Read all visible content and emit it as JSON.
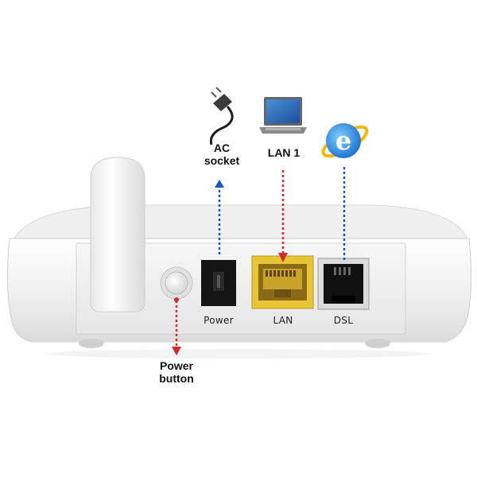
{
  "callouts": {
    "ac_socket": {
      "line1": "AC",
      "line2": "socket"
    },
    "lan1": "LAN 1",
    "power_button": {
      "line1": "Power",
      "line2": "button"
    }
  },
  "ports": {
    "power": "Power",
    "lan": "LAN",
    "dsl": "DSL"
  },
  "icons": [
    "plug-icon",
    "laptop-icon",
    "internet-explorer-icon"
  ],
  "colors": {
    "blue_arrow": "#1a56c8",
    "red_arrow": "#d42a2a",
    "lan_port": "#e6c23a",
    "device_body": "#f3f3f3"
  }
}
